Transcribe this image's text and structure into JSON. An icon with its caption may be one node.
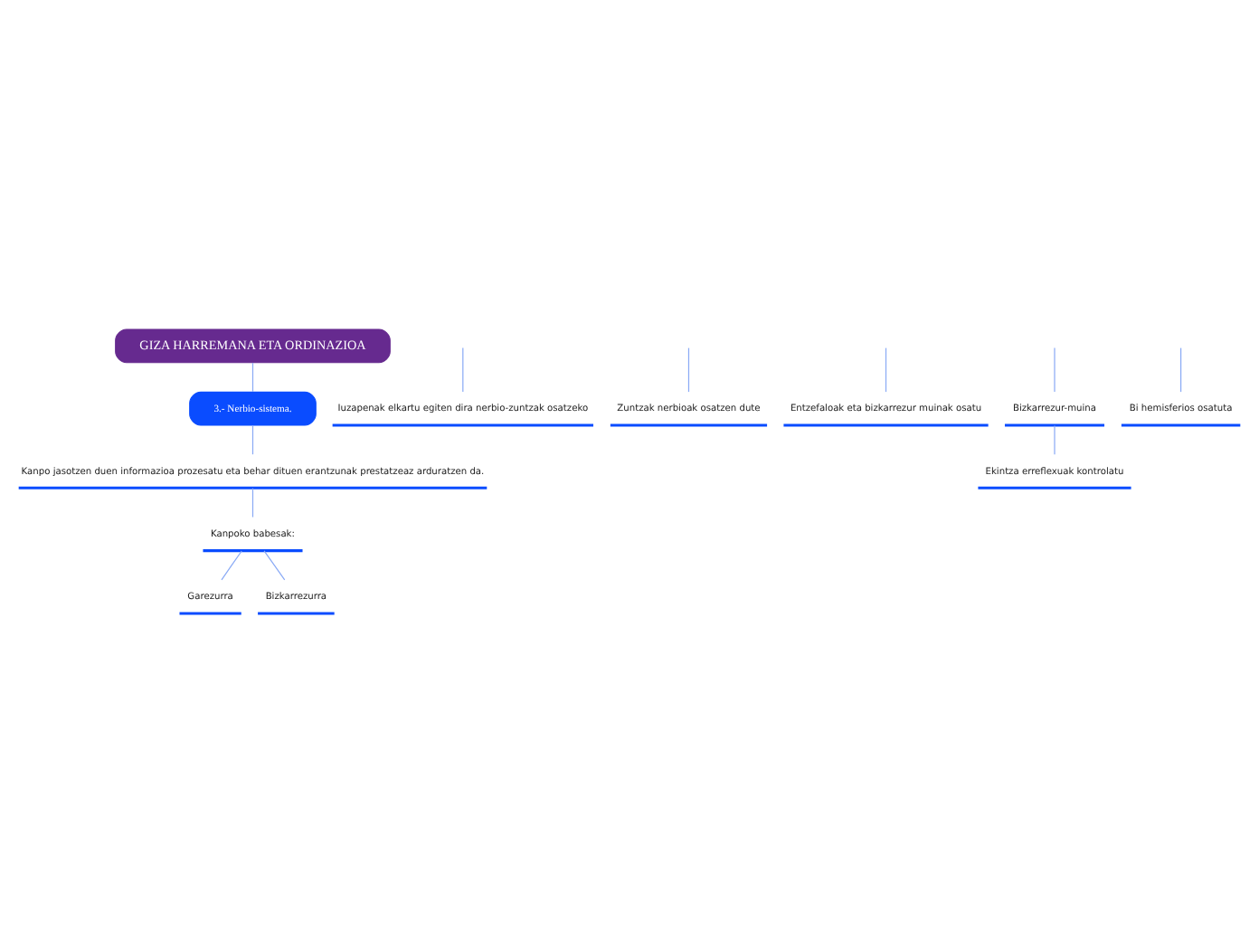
{
  "diagram": {
    "nodes": [
      {
        "text": [
          "GIZA HARREMANA ETA ORDINAZIOA"
        ]
      },
      {
        "text": [
          "3.- Nerbio-sistema."
        ]
      },
      {
        "text": [
          "Kanpo jasotzen duen informazioa prozesatu eta behar dituen erantzunak prestatzeaz arduratzen da."
        ]
      },
      {
        "text": [
          "Iuzapenak elkartu egiten dira nerbio-zuntzak osatzeko"
        ]
      },
      {
        "text": [
          "Zuntzak nerbioak osatzen dute"
        ]
      },
      {
        "text": [
          "Entzefaloak eta bizkarrezur muinak osatu"
        ]
      },
      {
        "text": [
          "Kanpoko babesak:"
        ]
      },
      {
        "text": [
          "Garezurra"
        ]
      },
      {
        "text": [
          "Bizkarrezurra"
        ]
      },
      {
        "text": [
          "Bizkarrezur-muina"
        ]
      },
      {
        "text": [
          "Ekintza erreflexuak kontrolatu"
        ]
      },
      {
        "text": [
          "Bi hemisferios osatuta"
        ]
      }
    ],
    "edges": [
      {
        "from": 0,
        "to": 1,
        "arrow": "none"
      },
      {
        "from": 1,
        "to": 2,
        "arrow": "none"
      },
      {
        "from": null,
        "to": 3,
        "arrow": "none"
      },
      {
        "from": null,
        "to": 4,
        "arrow": "none"
      },
      {
        "from": null,
        "to": 5,
        "arrow": "none"
      },
      {
        "from": 2,
        "to": 6,
        "arrow": "none"
      },
      {
        "from": 6,
        "to": 7,
        "arrow": "none"
      },
      {
        "from": 6,
        "to": 8,
        "arrow": "none"
      },
      {
        "from": null,
        "to": 9,
        "arrow": "none"
      },
      {
        "from": 9,
        "to": 10,
        "arrow": "none"
      },
      {
        "from": null,
        "to": 11,
        "arrow": "none"
      }
    ]
  }
}
